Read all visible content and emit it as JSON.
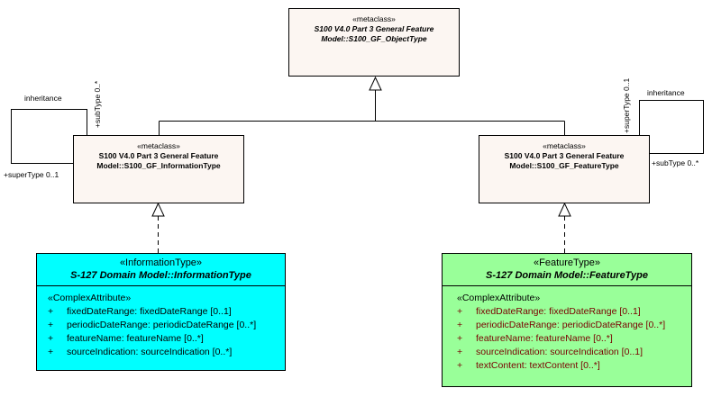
{
  "top_class": {
    "stereotype": "«metaclass»",
    "name_line1": "S100 V4.0 Part 3 General Feature",
    "name_line2": "Model::S100_GF_ObjectType"
  },
  "left_meta": {
    "stereotype": "«metaclass»",
    "name_line1": "S100 V4.0 Part 3 General Feature",
    "name_line2": "Model::S100_GF_InformationType"
  },
  "right_meta": {
    "stereotype": "«metaclass»",
    "name_line1": "S100 V4.0 Part 3 General Feature",
    "name_line2": "Model::S100_GF_FeatureType"
  },
  "information_type": {
    "stereotype": "«InformationType»",
    "name": "S-127 Domain Model::InformationType",
    "section": "«ComplexAttribute»",
    "attributes": [
      {
        "vis": "+",
        "text": "fixedDateRange: fixedDateRange [0..1]"
      },
      {
        "vis": "+",
        "text": "periodicDateRange: periodicDateRange [0..*]"
      },
      {
        "vis": "+",
        "text": "featureName: featureName [0..*]"
      },
      {
        "vis": "+",
        "text": "sourceIndication: sourceIndication [0..*]"
      }
    ],
    "fill": "#00ffff"
  },
  "feature_type": {
    "stereotype": "«FeatureType»",
    "name": "S-127 Domain Model::FeatureType",
    "section": "«ComplexAttribute»",
    "attributes": [
      {
        "vis": "+",
        "text": "fixedDateRange: fixedDateRange [0..1]"
      },
      {
        "vis": "+",
        "text": "periodicDateRange: periodicDateRange [0..*]"
      },
      {
        "vis": "+",
        "text": "featureName: featureName [0..*]"
      },
      {
        "vis": "+",
        "text": "sourceIndication: sourceIndication [0..1]"
      },
      {
        "vis": "+",
        "text": "textContent: textContent [0..*]"
      }
    ],
    "fill": "#99ff99"
  },
  "labels": {
    "left_inheritance": "inheritance",
    "left_subtype": "+subType 0..*",
    "left_supertype": "+superType 0..1",
    "right_inheritance": "inheritance",
    "right_supertype": "+superType 0..1",
    "right_subtype": "+subType 0..*"
  }
}
